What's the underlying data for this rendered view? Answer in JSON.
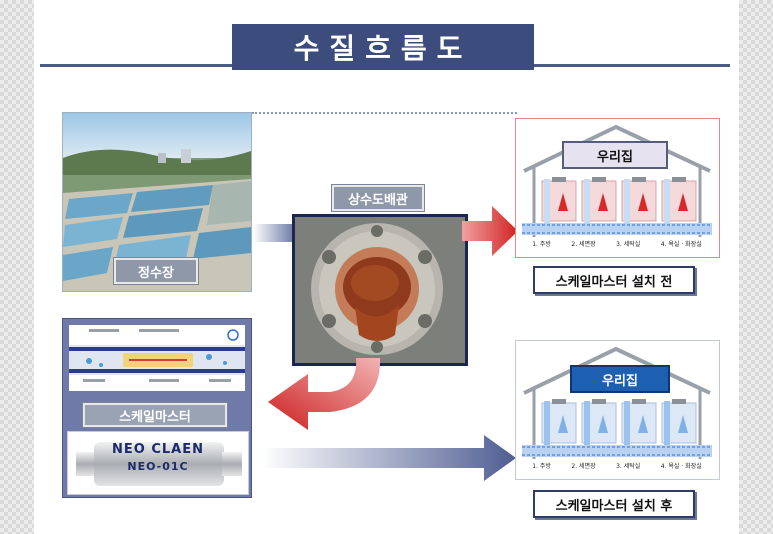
{
  "title": "수질흐름도",
  "labels": {
    "treatment_plant": "정수장",
    "water_pipe": "상수도배관",
    "scale_master": "스케일마스터",
    "our_house_before": "우리집",
    "our_house_after": "우리집",
    "caption_before": "스케일마스터 설치 전",
    "caption_after": "스케일마스터 설치 후"
  },
  "rooms": [
    "1. 주방",
    "2. 세면장",
    "3. 세탁실",
    "4. 욕실 · 화장실"
  ],
  "product": {
    "brand": "NEO CLAEN",
    "model": "NEO-01C"
  },
  "colors": {
    "title_bg": "#3c4d7d",
    "label_bg": "#8f98a8",
    "arrow_red": "#d42a2a",
    "arrow_blue": "#5b6a9c",
    "house_before_label": "#e6e2ef",
    "house_after_label": "#1d5fb0"
  }
}
